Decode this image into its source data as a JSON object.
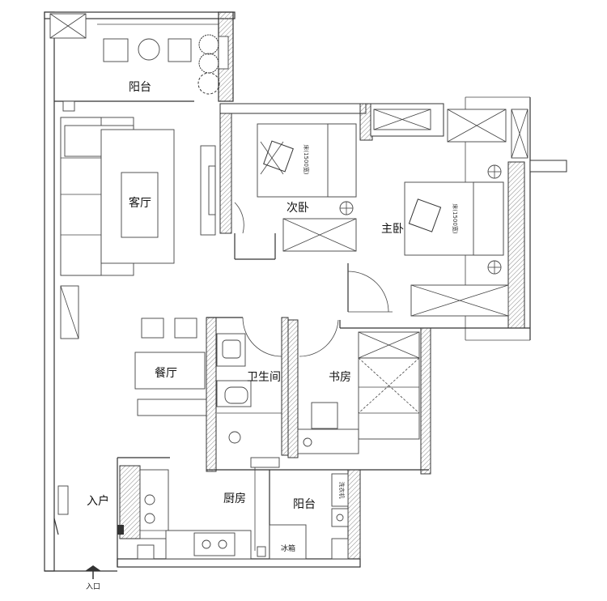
{
  "rooms": {
    "balcony_top": "阳台",
    "living": "客厅",
    "second_bedroom": "次卧",
    "master_bedroom": "主卧",
    "dining": "餐厅",
    "bathroom": "卫生间",
    "study": "书房",
    "entrance": "入户",
    "kitchen": "厨房",
    "balcony_bottom": "阳台"
  },
  "furniture": {
    "bed_second": "床(1500宽)",
    "bed_master": "床(1500宽)",
    "fridge": "冰箱",
    "washer": "洗衣机"
  },
  "entry_marker": "入口"
}
